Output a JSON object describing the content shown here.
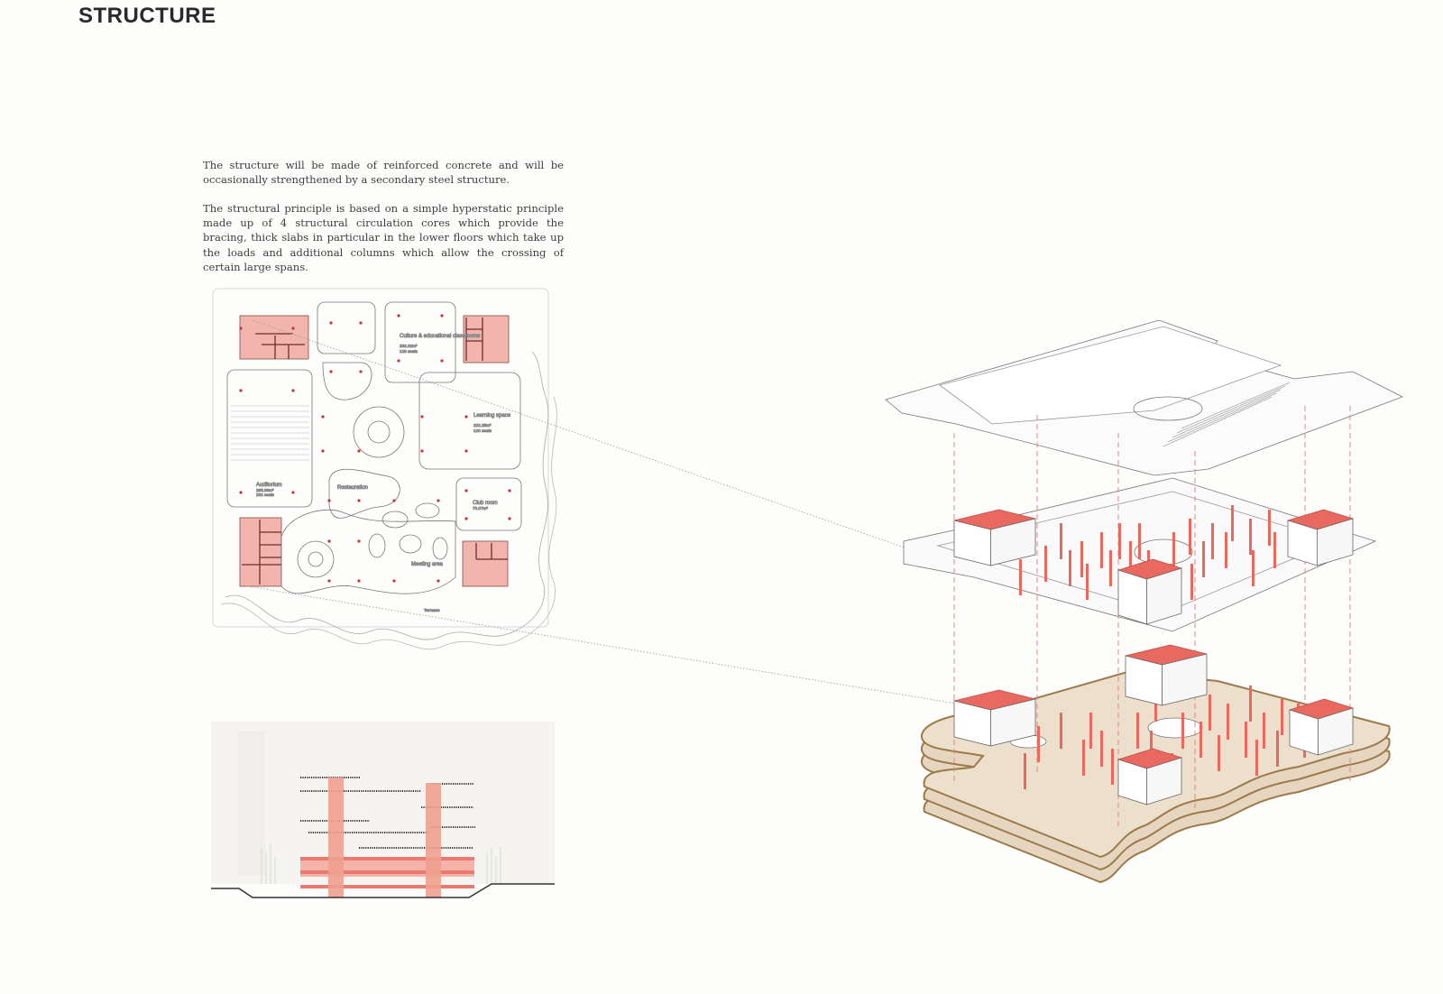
{
  "page": {
    "title": "STRUCTURE",
    "paragraphs": [
      "The structure will be made of reinforced concrete and will be occasionally strengthened by a secondary steel structure.",
      "The structural principle is based on a simple hyperstatic principle made up of 4 structural circulation cores which provide the bracing, thick slabs in particular in the lower floors which take up the loads and additional columns which allow the crossing of certain large spans."
    ]
  },
  "plan": {
    "rooms": [
      {
        "name": "Culture & educational classrooms",
        "area": "232.32m²",
        "seats": "128 seats"
      },
      {
        "name": "Learning space",
        "area": "222.25m²",
        "seats": "120 seats"
      },
      {
        "name": "Auditorium",
        "area": "285.96m²",
        "seats": "232 seats"
      },
      {
        "name": "Restauration"
      },
      {
        "name": "Club room",
        "area": "70.07m²"
      },
      {
        "name": "Meeting area"
      },
      {
        "name": "Terrasse"
      }
    ]
  },
  "colors": {
    "core": "#f2b5ad",
    "structure_red": "#e9685f",
    "slab": "#e3d3bd",
    "slab_edge": "#9c7a4c",
    "line": "#6a6a6a"
  }
}
